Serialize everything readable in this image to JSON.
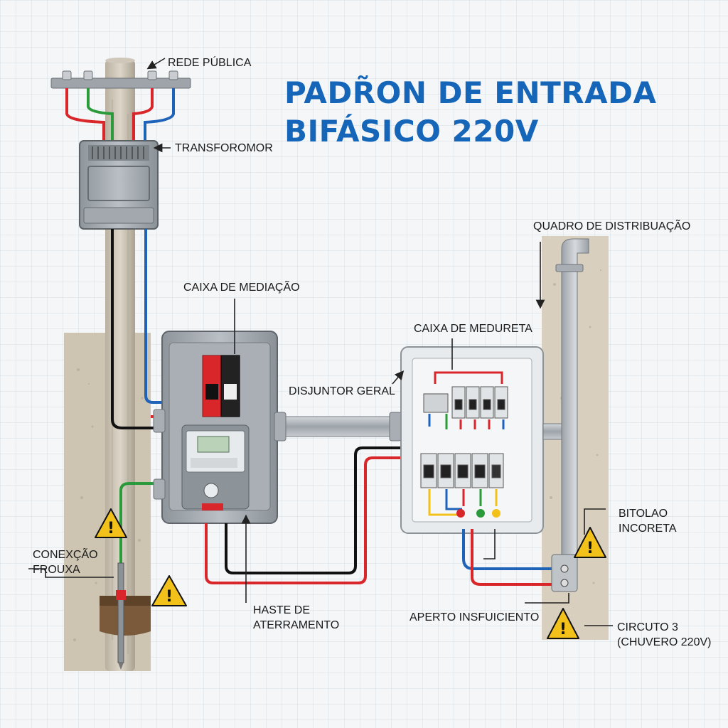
{
  "title": {
    "line1": "PADR̃ON DE ENTRADA",
    "line2": "BIFÁSICO 220V"
  },
  "labels": {
    "rede_publica": "REDE PÚBLICA",
    "transformador": "TRANSFOROMOR",
    "quadro_distribuicao": "QUADRO DE DISTRIBUAÇÃO",
    "caixa_mediacao": "CAIXA DE MEDIAÇÃO",
    "caixa_medureta": "CAIXA DE MEDURETA",
    "disjuntor_geral": "DISJUNTOR GERAL",
    "bitolao_line1": "BITOLAO",
    "bitolao_line2": "INCORETA",
    "conexcao_line1": "CONEXÇÃO",
    "conexcao_line2": "FROUXA",
    "haste_line1": "HASTE DE",
    "haste_line2": "ATERRAMENTO",
    "aperto": "APERTO INSFUICIENTO",
    "circuto_line1": "CIRCUTO 3",
    "circuto_line2": "(CHUVERO 220V)"
  },
  "colors": {
    "title": "#1565b8",
    "wire_red": "#d9262b",
    "wire_blue": "#1f63b8",
    "wire_green": "#2a9a3a",
    "wire_black": "#111111",
    "warning": "#f3c21a",
    "breaker_red": "#d8262b"
  },
  "icons": [
    "warning-icon",
    "arrow-icon"
  ]
}
